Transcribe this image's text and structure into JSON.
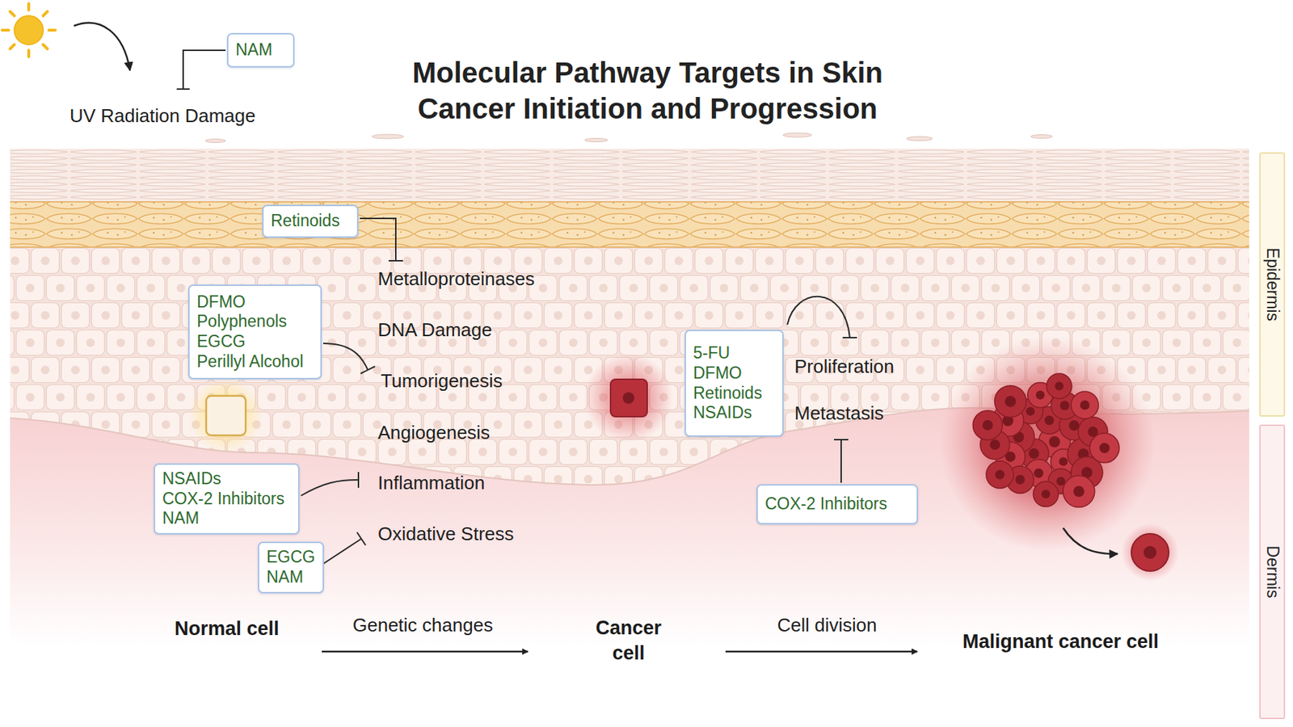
{
  "diagram": {
    "title": "Molecular Pathway Targets in Skin Cancer Initiation and Progression",
    "nodes": [
      {
        "text": [
          "NAM"
        ]
      },
      {
        "text": [
          "Retinoids"
        ]
      },
      {
        "text": [
          "DFMO",
          "Polyphenols",
          "EGCG",
          "Perillyl Alcohol"
        ]
      },
      {
        "text": [
          "5-FU",
          "DFMO",
          "Retinoids",
          "NSAIDs"
        ]
      },
      {
        "text": [
          "NSAIDs",
          "COX-2 Inhibitors",
          "NAM"
        ]
      },
      {
        "text": [
          "COX-2 Inhibitors"
        ]
      },
      {
        "text": [
          "EGCG",
          "NAM"
        ]
      },
      {
        "text": [
          "Epidermis"
        ]
      },
      {
        "text": [
          "Dermis"
        ]
      }
    ],
    "labels": [
      "UV Radiation Damage",
      "Metalloproteinases",
      "DNA Damage",
      "Tumorigenesis",
      "Angiogenesis",
      "Inflammation",
      "Oxidative Stress",
      "Proliferation",
      "Metastasis",
      "Normal cell",
      "Genetic changes",
      "Cancer cell",
      "Cell division",
      "Malignant cancer cell"
    ]
  }
}
